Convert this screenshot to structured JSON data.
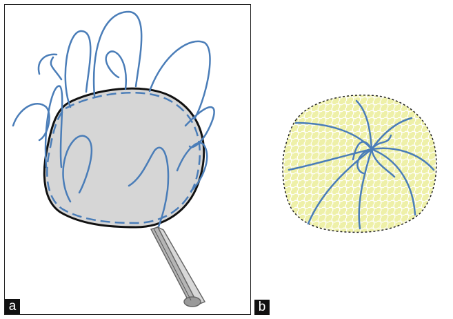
{
  "panels": [
    {
      "id": "a",
      "label": "a"
    },
    {
      "id": "b",
      "label": "b"
    }
  ],
  "colors": {
    "suture": "#4a7db8",
    "wound": "#d6d6d6",
    "wound_edge": "#111111",
    "mesh": "#eef0a8",
    "instrument": "#8a8a8a"
  },
  "icons": [
    "needle-holder-icon"
  ]
}
